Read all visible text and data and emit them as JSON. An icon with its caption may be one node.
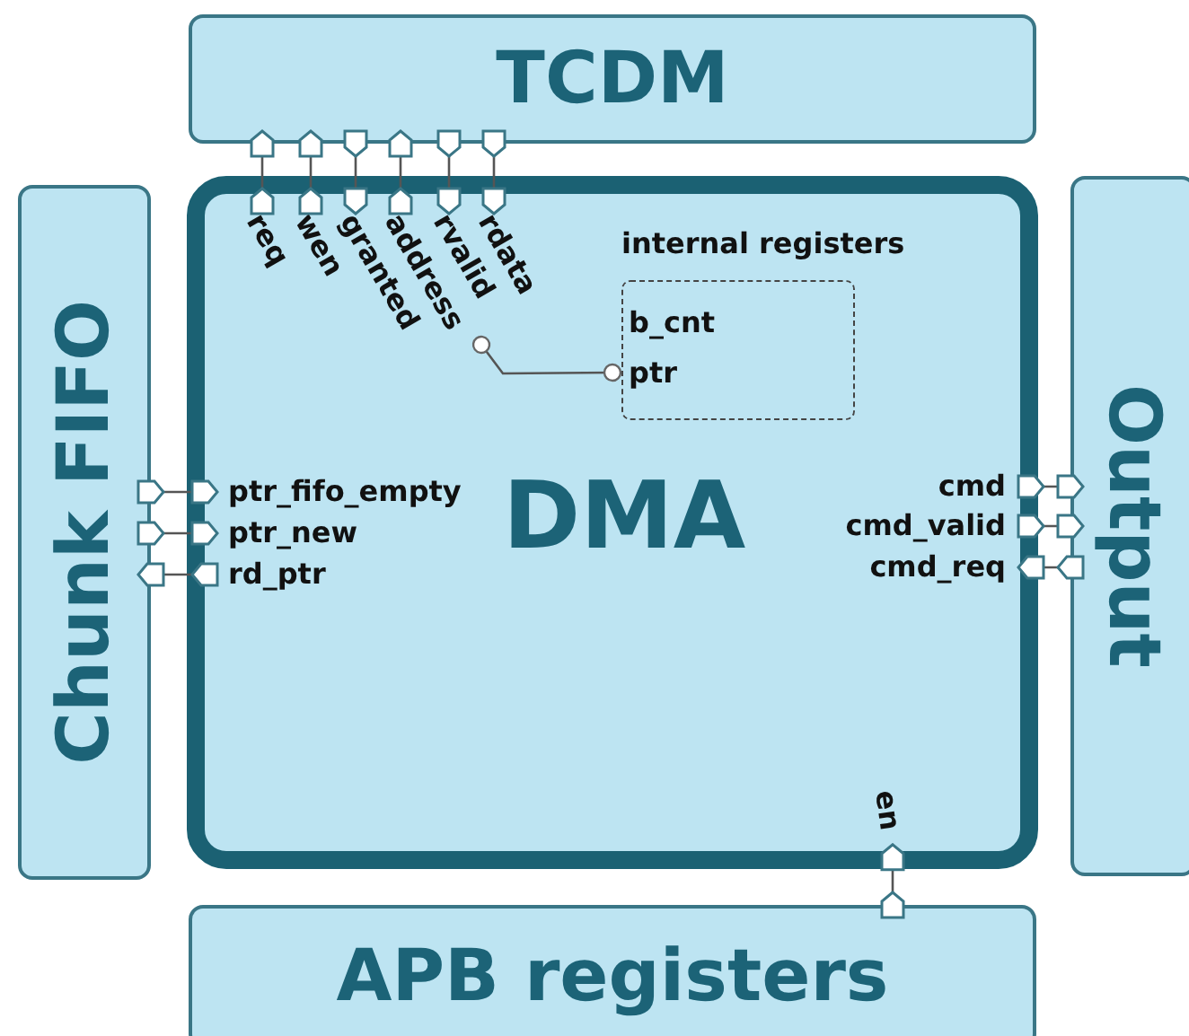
{
  "diagram": {
    "nodes": [
      {
        "text": [
          "TCDM"
        ]
      },
      {
        "text": [
          "Chunk FIFO"
        ]
      },
      {
        "text": [
          "DMA"
        ]
      },
      {
        "text": [
          "Output"
        ]
      },
      {
        "text": [
          "APB registers"
        ]
      },
      {
        "text": [
          "req"
        ],
        "in": 2
      },
      {
        "text": [
          "wen"
        ],
        "in": 2
      },
      {
        "text": [
          "granted"
        ],
        "in": 2
      },
      {
        "text": [
          "address"
        ],
        "in": 2
      },
      {
        "text": [
          "rvalid"
        ],
        "in": 2
      },
      {
        "text": [
          "rdata"
        ],
        "in": 2
      },
      {
        "text": [
          "internal registers"
        ],
        "in": 2
      },
      {
        "text": [
          "b_cnt"
        ],
        "in": 11
      },
      {
        "text": [
          "ptr"
        ],
        "in": 11
      },
      {
        "text": [
          "ptr_fifo_empty"
        ],
        "in": 2
      },
      {
        "text": [
          "ptr_new"
        ],
        "in": 2
      },
      {
        "text": [
          "rd_ptr"
        ],
        "in": 2
      },
      {
        "text": [
          "cmd"
        ],
        "in": 2
      },
      {
        "text": [
          "cmd_valid"
        ],
        "in": 2
      },
      {
        "text": [
          "cmd_req"
        ],
        "in": 2
      },
      {
        "text": [
          "en"
        ],
        "in": 2
      }
    ],
    "edges": [
      {
        "from": 5,
        "to": 0,
        "arrow": "to"
      },
      {
        "from": 6,
        "to": 0,
        "arrow": "to"
      },
      {
        "from": 0,
        "to": 7,
        "arrow": "to"
      },
      {
        "from": 8,
        "to": 0,
        "arrow": "to"
      },
      {
        "from": 0,
        "to": 9,
        "arrow": "to"
      },
      {
        "from": 0,
        "to": 10,
        "arrow": "to"
      },
      {
        "from": 8,
        "to": 13,
        "arrow": "other"
      },
      {
        "from": 1,
        "to": 14,
        "arrow": "to"
      },
      {
        "from": 1,
        "to": 15,
        "arrow": "to"
      },
      {
        "from": 16,
        "to": 1,
        "arrow": "to"
      },
      {
        "from": 17,
        "to": 3,
        "arrow": "to"
      },
      {
        "from": 18,
        "to": 3,
        "arrow": "to"
      },
      {
        "from": 3,
        "to": 19,
        "arrow": "to"
      },
      {
        "from": 4,
        "to": 20,
        "arrow": "to"
      }
    ]
  }
}
